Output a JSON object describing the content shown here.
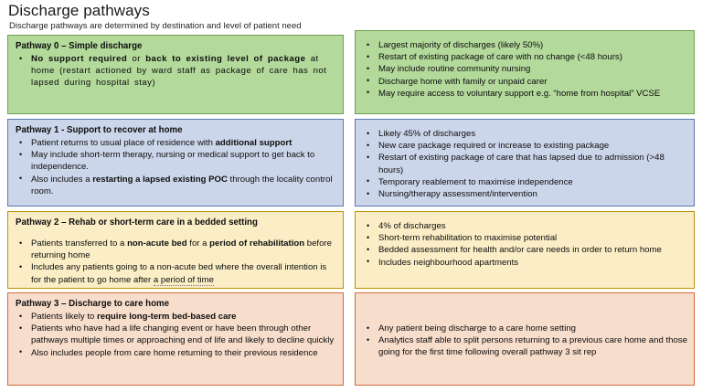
{
  "page": {
    "title": "Discharge pathways",
    "subtitle": "Discharge pathways are determined by destination and level of patient need"
  },
  "colors": {
    "green_fill": "#b3d99b",
    "green_border": "#6f9f55",
    "blue_fill": "#ccd6ea",
    "blue_border": "#5a77ae",
    "yellow_fill": "#fbeec6",
    "yellow_border": "#bf9000",
    "orange_fill": "#f7ddcb",
    "orange_border": "#d1693c"
  },
  "pathways": [
    {
      "id": "pathway-0",
      "heading": "Pathway 0 – Simple discharge",
      "left_bullets": [
        {
          "parts": [
            {
              "text": "No support  required",
              "bold": true
            },
            {
              "text": " or ",
              "bold": false
            },
            {
              "text": "back to existing  level of package",
              "bold": true
            },
            {
              "text": " at  home (restart  actioned  by ward staff as package  of care has  not lapsed during  hospital  stay)",
              "bold": false
            }
          ]
        }
      ],
      "right_bullets": [
        "Largest majority of discharges (likely 50%)",
        "Restart of existing package of care with no change (<48 hours)",
        "May include routine community nursing",
        "Discharge home with family or unpaid carer",
        "May require access to voluntary support e.g. “home from hospital” VCSE"
      ]
    },
    {
      "id": "pathway-1",
      "heading": "Pathway 1 - Support to recover at home",
      "left_bullets": [
        {
          "parts": [
            {
              "text": "Patient returns to usual place of residence with ",
              "bold": false
            },
            {
              "text": "additional support",
              "bold": true
            }
          ]
        },
        {
          "parts": [
            {
              "text": "May include short-term therapy, nursing or medical support to get back to independence.",
              "bold": false
            }
          ]
        },
        {
          "parts": [
            {
              "text": "Also includes a ",
              "bold": false
            },
            {
              "text": "restarting a lapsed existing POC",
              "bold": true
            },
            {
              "text": " through the locality control room.",
              "bold": false
            }
          ]
        }
      ],
      "right_bullets": [
        "Likely 45% of discharges",
        "New care package required or increase to existing package",
        "Restart of existing package of care that has lapsed due to admission (>48 hours)",
        "Temporary reablement to maximise independence",
        "Nursing/therapy assessment/intervention"
      ]
    },
    {
      "id": "pathway-2",
      "heading": "Pathway 2 – Rehab or short-term care in a bedded setting",
      "left_bullets": [
        {
          "parts": [
            {
              "text": "Patients transferred to a ",
              "bold": false
            },
            {
              "text": "non-acute bed",
              "bold": true
            },
            {
              "text": " for a ",
              "bold": false
            },
            {
              "text": "period of rehabilitation",
              "bold": true
            },
            {
              "text": " before returning home",
              "bold": false
            }
          ]
        },
        {
          "parts": [
            {
              "text": "Includes any patients going to a non-acute bed where the overall intention is for the patient to go home after ",
              "bold": false
            },
            {
              "text": "a period of time",
              "bold": false,
              "underline_dotted": true
            }
          ]
        }
      ],
      "right_bullets": [
        "4% of discharges",
        "Short-term rehabilitation to maximise potential",
        "Bedded assessment for health and/or care needs in order to return home",
        "Includes neighbourhood apartments"
      ]
    },
    {
      "id": "pathway-3",
      "heading": "Pathway 3 – Discharge to care home",
      "left_bullets": [
        {
          "parts": [
            {
              "text": "Patients likely to ",
              "bold": false
            },
            {
              "text": "require long-term bed-based care",
              "bold": true
            }
          ]
        },
        {
          "parts": [
            {
              "text": "Patients who have had a life changing event or have been through other pathways multiple times or approaching end of life and likely to decline quickly",
              "bold": false
            }
          ]
        },
        {
          "parts": [
            {
              "text": "Also includes people from care home returning to their previous residence",
              "bold": false
            }
          ]
        }
      ],
      "right_bullets": [
        "Any patient being discharge to a care home setting",
        "Analytics staff able to split persons returning to a previous care home and those going for the first time following overall pathway 3 sit rep"
      ]
    }
  ]
}
